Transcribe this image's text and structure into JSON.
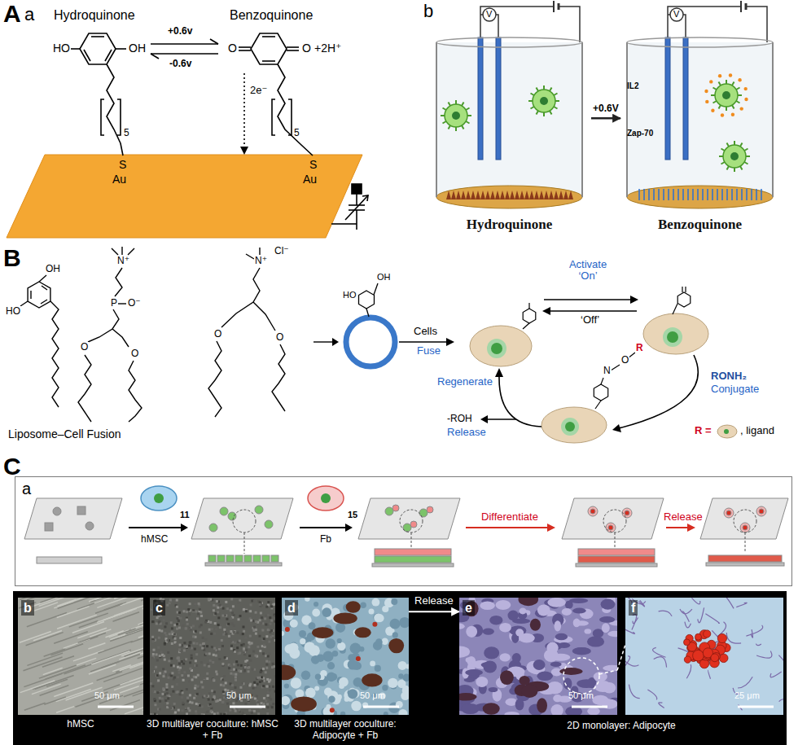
{
  "diagram": {
    "nodes": [
      {
        "text": [
          "Hydroquinone"
        ]
      },
      {
        "text": [
          "Benzoquinone"
        ]
      },
      {
        "text": [
          "a"
        ]
      },
      {
        "text": [
          "hMSC",
          "3D multilayer coculture: hMSC + Fb",
          "3D multilayer coculture: Adipocyte + Fb",
          "2D monolayer: Adipocyte"
        ]
      },
      {
        "text": [
          "b",
          "50 μm"
        ],
        "in": 3
      },
      {
        "text": [
          "c",
          "50 μm"
        ],
        "in": 3
      },
      {
        "text": [
          "d",
          "50 μm"
        ],
        "in": 3
      },
      {
        "text": [
          "e",
          "50 μm"
        ],
        "in": 3
      },
      {
        "text": [
          "f",
          "25 μm"
        ],
        "in": 3
      }
    ],
    "edges": [
      {
        "from": 0,
        "to": 1,
        "label": "+0.6V",
        "arrow": "to"
      },
      {
        "from": 6,
        "to": 7,
        "label": "Release",
        "arrow": "to"
      },
      {
        "from": 7,
        "to": 8,
        "arrow": "none"
      }
    ],
    "labels": [
      "A",
      "a",
      "Hydroquinone",
      "Benzoquinone",
      "HO",
      "OH",
      "O",
      "O",
      "+2H⁺",
      "+0.6v",
      "-0.6v",
      "2e⁻",
      "5",
      "5",
      "S",
      "S",
      "Au",
      "Au",
      "b",
      "V",
      "V",
      "IL2",
      "Zap-70",
      "B",
      "HO",
      "OH",
      "N⁺",
      "P",
      "O⁻",
      "O",
      "O",
      "N⁺",
      "Cl⁻",
      "O",
      "O",
      "HO",
      "OH",
      "Liposome–Cell Fusion",
      "Cells",
      "Fuse",
      "Activate ‘On’",
      "‘Off’",
      "R",
      "O",
      "N",
      "RONH₂",
      "Conjugate",
      "Regenerate",
      "-ROH",
      "Release",
      "R =",
      ", ligand",
      "C",
      "11",
      "hMSC",
      "15",
      "Fb",
      "Differentiate",
      "Release"
    ]
  }
}
